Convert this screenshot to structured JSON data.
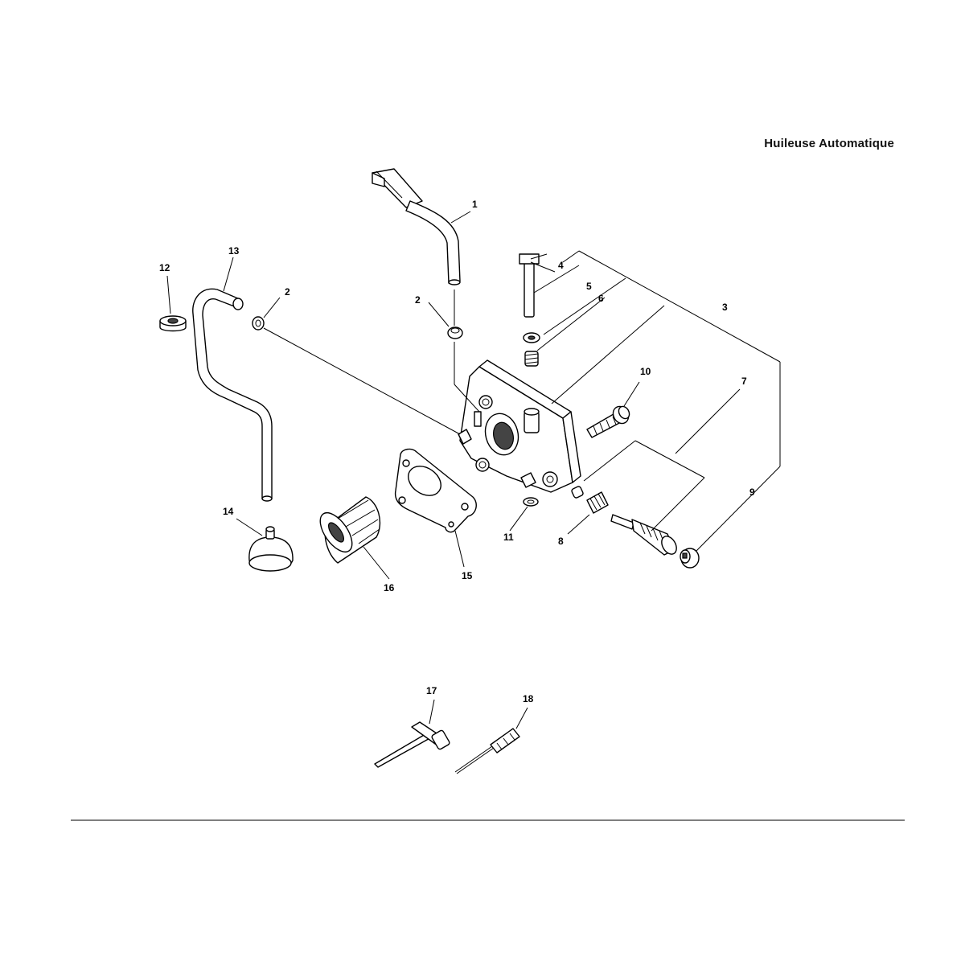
{
  "title": "Huileuse Automatique",
  "callouts": {
    "c1": "1",
    "c2a": "2",
    "c2b": "2",
    "c3": "3",
    "c4": "4",
    "c5": "5",
    "c6": "6",
    "c7": "7",
    "c8": "8",
    "c9": "9",
    "c10": "10",
    "c11": "11",
    "c12": "12",
    "c13": "13",
    "c14": "14",
    "c15": "15",
    "c16": "16",
    "c17": "17",
    "c18": "18"
  }
}
